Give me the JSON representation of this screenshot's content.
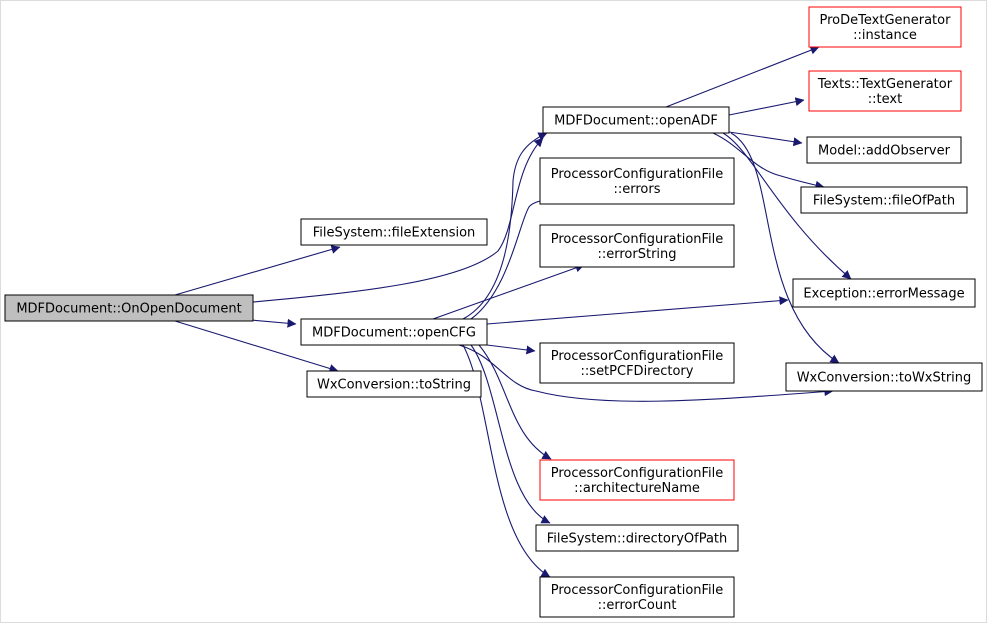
{
  "colors": {
    "edge": "#191970",
    "node_border": "#000000",
    "node_border_unresolved": "#ff0000",
    "root_fill": "#bfbfbf",
    "node_fill": "#ffffff"
  },
  "nodes": [
    {
      "id": "onopen",
      "lines": [
        "MDFDocument::OnOpenDocument"
      ],
      "root": true
    },
    {
      "id": "fileext",
      "lines": [
        "FileSystem::fileExtension"
      ]
    },
    {
      "id": "opencfg",
      "lines": [
        "MDFDocument::openCFG"
      ]
    },
    {
      "id": "tostring",
      "lines": [
        "WxConversion::toString"
      ]
    },
    {
      "id": "openadf",
      "lines": [
        "MDFDocument::openADF"
      ]
    },
    {
      "id": "errors",
      "lines": [
        "ProcessorConfigurationFile",
        "::errors"
      ]
    },
    {
      "id": "errstr",
      "lines": [
        "ProcessorConfigurationFile",
        "::errorString"
      ]
    },
    {
      "id": "setpcf",
      "lines": [
        "ProcessorConfigurationFile",
        "::setPCFDirectory"
      ]
    },
    {
      "id": "archname",
      "lines": [
        "ProcessorConfigurationFile",
        "::architectureName"
      ],
      "red": true
    },
    {
      "id": "dirpath",
      "lines": [
        "FileSystem::directoryOfPath"
      ]
    },
    {
      "id": "errcount",
      "lines": [
        "ProcessorConfigurationFile",
        "::errorCount"
      ]
    },
    {
      "id": "prode",
      "lines": [
        "ProDeTextGenerator",
        "::instance"
      ],
      "red": true
    },
    {
      "id": "texts",
      "lines": [
        "Texts::TextGenerator",
        "::text"
      ],
      "red": true
    },
    {
      "id": "addobs",
      "lines": [
        "Model::addObserver"
      ]
    },
    {
      "id": "fileof",
      "lines": [
        "FileSystem::fileOfPath"
      ]
    },
    {
      "id": "errmsg",
      "lines": [
        "Exception::errorMessage"
      ]
    },
    {
      "id": "towx",
      "lines": [
        "WxConversion::toWxString"
      ]
    }
  ]
}
